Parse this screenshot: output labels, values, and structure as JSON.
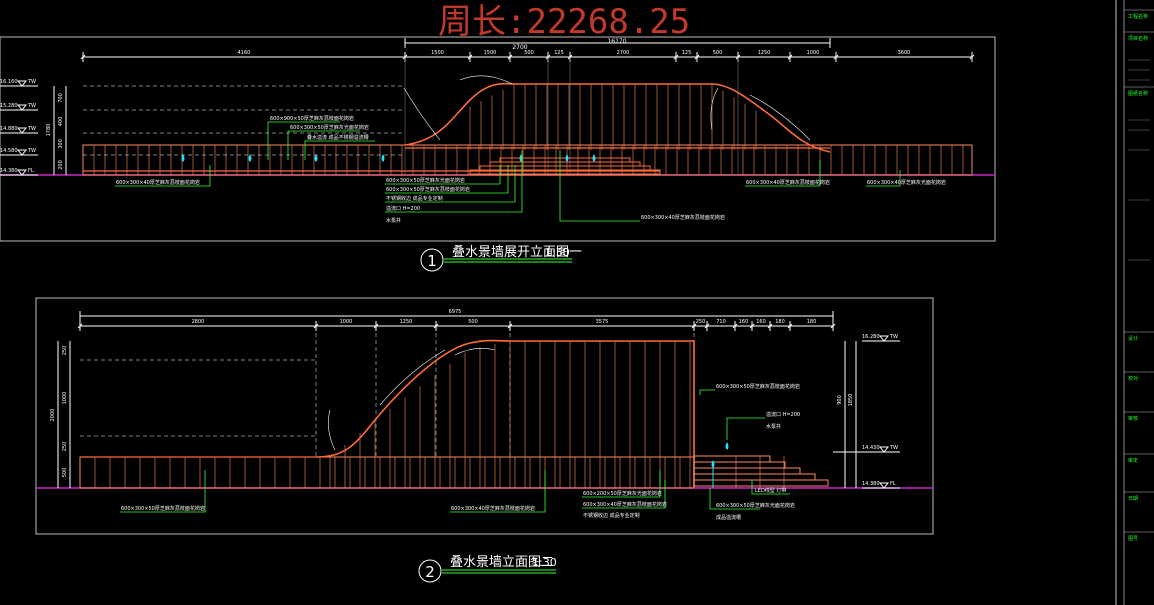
{
  "perimeter": "周长:22268.25",
  "colors": {
    "background": "#000000",
    "frame": "#bbbbbb",
    "grid": "#ff8a5c",
    "wall_outline": "#ff6a3a",
    "dimension": "#ffffff",
    "leader": "#33ff33",
    "ground": "#cc22cc",
    "water": "#22e0ff",
    "panel_text": "#22ff22",
    "perimeter_text": "#c0392b"
  },
  "drawing1": {
    "number": "1",
    "title": "叠水景墙展开立面图一",
    "scale": "1:50",
    "top_total": "2700",
    "top_sub": "16170",
    "dims": [
      "4160",
      "1500",
      "1500",
      "500",
      "125",
      "2700",
      "125",
      "500",
      "1250",
      "1000",
      "3600"
    ],
    "levels": [
      {
        "elev": "16.160",
        "tag": "TW"
      },
      {
        "elev": "15.280",
        "tag": "TW"
      },
      {
        "elev": "14.880",
        "tag": "TW"
      },
      {
        "elev": "14.580",
        "tag": "TW"
      },
      {
        "elev": "14.380",
        "tag": "FL"
      }
    ],
    "notes": [
      "600×900×50厚芝麻灰荔枝面花岗岩",
      "600×300×50厚芝麻灰光面花岗岩",
      "叠水溢流 成品不锈钢溢流槽",
      "600×300×40厚芝麻灰荔枝面花岗岩",
      "600×300×50厚芝麻灰光面花岗岩",
      "600×300×50厚芝麻灰荔枝面花岗岩",
      "不锈钢收边 成品专业定制",
      "溢流口 H=200",
      "水泵井",
      "600×300×40厚芝麻灰荔枝面花岗岩",
      "600×300×40厚芝麻灰荔枝面花岗岩",
      "600×300×40厚芝麻灰光面花岗岩"
    ]
  },
  "drawing2": {
    "number": "2",
    "title": "叠水景墙立面图二",
    "scale": "1:30",
    "top_total": "6975",
    "dims": [
      "2800",
      "1000",
      "1250",
      "500",
      "3575",
      "250",
      "710",
      "160",
      "160",
      "180",
      "180"
    ],
    "levels": [
      {
        "elev": "16.280",
        "tag": "TW"
      },
      {
        "elev": "14.430",
        "tag": "TW"
      },
      {
        "elev": "14.380",
        "tag": "FL"
      }
    ],
    "notes": [
      "600×300×50厚芝麻灰荔枝面花岗岩",
      "溢流口 H=200",
      "水泵井",
      "600×300×50厚芝麻灰荔枝面花岗岩",
      "600×300×40厚芝麻灰荔枝面花岗岩",
      "600×200×50厚芝麻灰光面花岗岩",
      "600×300×40厚芝麻灰荔枝面花岗岩",
      "不锈钢收边 成品专业定制",
      "LED线型 灯带",
      "600×300×50厚芝麻灰光面花岗岩",
      "成品溢流槽"
    ]
  },
  "side_panel": {
    "labels": [
      "工程名称",
      "项目名称",
      "图纸名称",
      "设计",
      "校对",
      "审核",
      "审定",
      "日期",
      "图号"
    ]
  }
}
